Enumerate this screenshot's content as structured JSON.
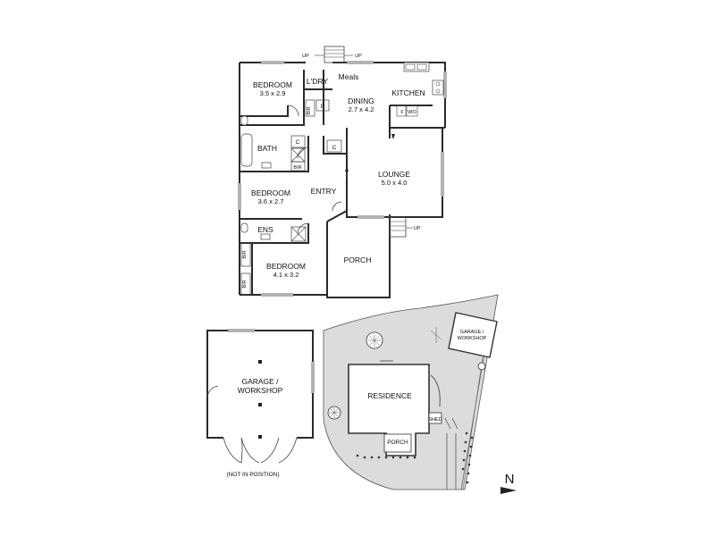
{
  "floorplan": {
    "rooms": {
      "bedroom1": {
        "name": "BEDROOM",
        "dim": "3.5 x 2.9"
      },
      "bedroom2": {
        "name": "BEDROOM",
        "dim": "3.6 x 2.7"
      },
      "bedroom3": {
        "name": "BEDROOM",
        "dim": "4.1 x 3.2"
      },
      "dining": {
        "name": "DINING",
        "dim": "2.7 x 4.2"
      },
      "lounge": {
        "name": "LOUNGE",
        "dim": "5.0 x 4.0"
      },
      "kitchen": {
        "name": "KITCHEN"
      },
      "meals": {
        "name": "Meals"
      },
      "laundry": {
        "name": "L'DRY"
      },
      "bath": {
        "name": "BATH"
      },
      "ens": {
        "name": "ENS"
      },
      "entry": {
        "name": "ENTRY"
      },
      "porch": {
        "name": "PORCH"
      }
    },
    "fixtures": {
      "bir": "BIR",
      "pantry": "P",
      "cupboard": "C",
      "fridge": "F",
      "wo": "WO",
      "up": "UP"
    }
  },
  "garage": {
    "name": "GARAGE /",
    "name2": "WORKSHOP",
    "note": "(NOT IN POSITION)"
  },
  "siteplan": {
    "residence": "RESIDENCE",
    "porch": "PORCH",
    "shed": "SHED",
    "garage": "GARAGE /",
    "garage2": "WORKSHOP",
    "north": "N"
  }
}
